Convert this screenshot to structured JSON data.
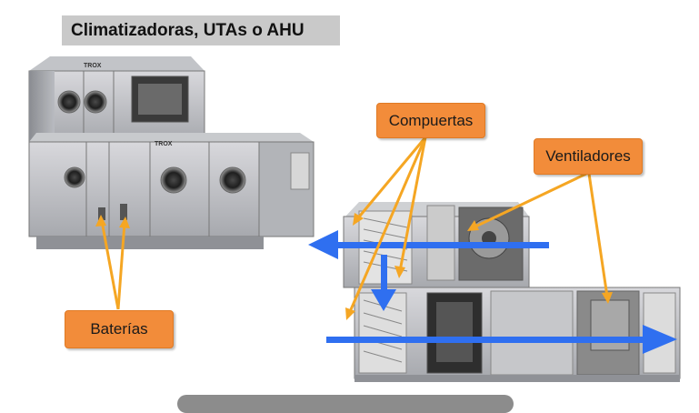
{
  "title": "Climatizadoras, UTAs o AHU",
  "callouts": {
    "compuertas": "Compuertas",
    "ventiladores": "Ventiladores",
    "baterias": "Baterías"
  },
  "brand_labels": [
    "TROX",
    "TROX"
  ],
  "colors": {
    "callout_fill": "#f28c3a",
    "arrow_orange": "#f5a623",
    "airflow_blue": "#2f6ff0",
    "title_bg": "#c9c9c9"
  }
}
